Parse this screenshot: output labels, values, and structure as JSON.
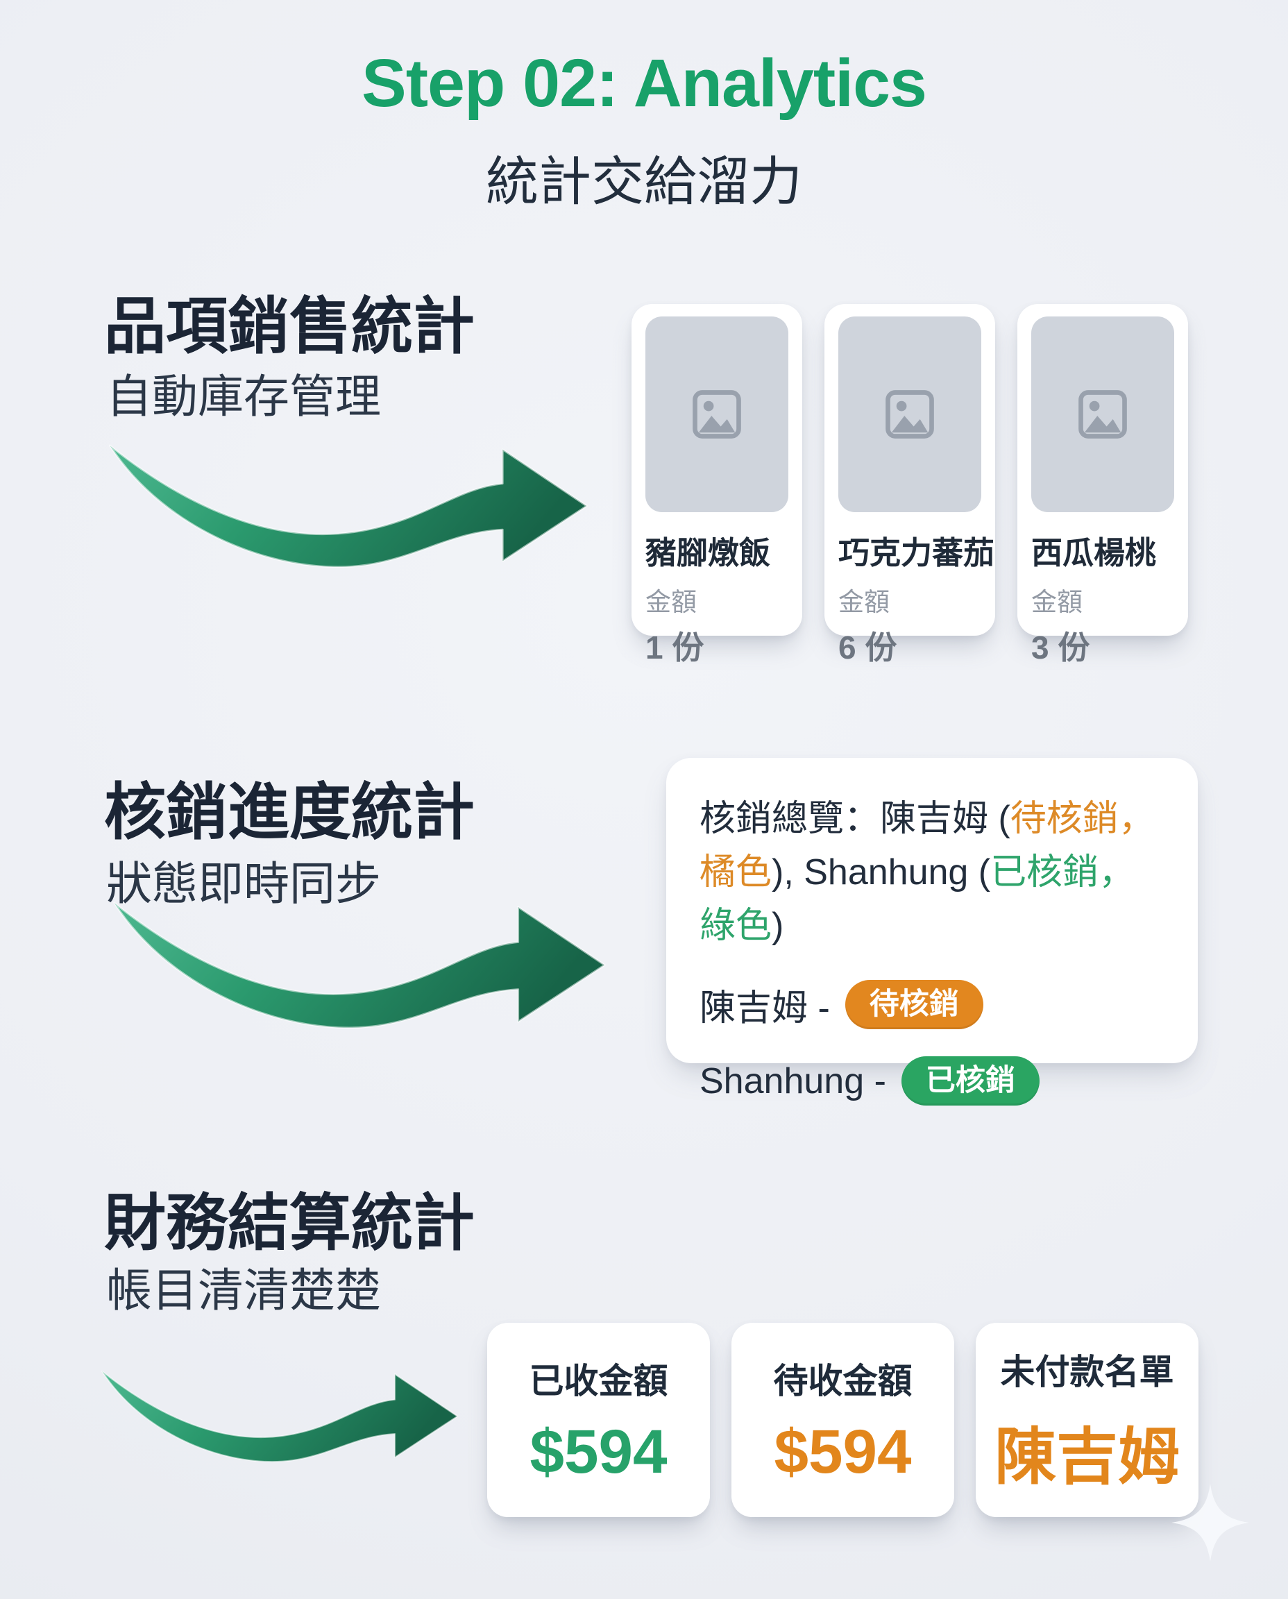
{
  "header": {
    "title": "Step 02: Analytics",
    "subtitle": "統計交給溜力"
  },
  "accent_colors": {
    "brand_green": "#18a169",
    "status_orange": "#e2871f",
    "status_green": "#2aa562",
    "heading_dark": "#1b2535"
  },
  "icons": {
    "arrow": "green-swoosh-arrow-icon",
    "placeholder": "image-placeholder-icon",
    "sparkle": "sparkle-icon"
  },
  "sections": {
    "sales": {
      "heading": "品項銷售統計",
      "subheading": "自動庫存管理",
      "cards": [
        {
          "name": "豬腳燉飯",
          "label": "金額",
          "qty": "1 份"
        },
        {
          "name": "巧克力蕃茄",
          "label": "金額",
          "qty": "6 份"
        },
        {
          "name": "西瓜楊桃",
          "label": "金額",
          "qty": "3 份"
        }
      ]
    },
    "verification": {
      "heading": "核銷進度統計",
      "subheading": "狀態即時同步",
      "overview_segments": [
        {
          "text": "核銷總覽：陳吉姆 (",
          "color": "dark"
        },
        {
          "text": "待核銷，橘色",
          "color": "orange"
        },
        {
          "text": "), Shanhung (",
          "color": "dark"
        },
        {
          "text": "已核銷，綠色",
          "color": "green"
        },
        {
          "text": ")",
          "color": "dark"
        }
      ],
      "rows": [
        {
          "name": "陳吉姆 -",
          "badge": "待核銷",
          "badge_color": "orange"
        },
        {
          "name": "Shanhung -",
          "badge": "已核銷",
          "badge_color": "green"
        }
      ]
    },
    "finance": {
      "heading": "財務結算統計",
      "subheading": "帳目清清楚楚",
      "stats": [
        {
          "label": "已收金額",
          "value": "$594",
          "color": "green"
        },
        {
          "label": "待收金額",
          "value": "$594",
          "color": "orange"
        },
        {
          "label": "未付款名單",
          "value": "陳吉姆",
          "color": "orange"
        }
      ]
    }
  }
}
